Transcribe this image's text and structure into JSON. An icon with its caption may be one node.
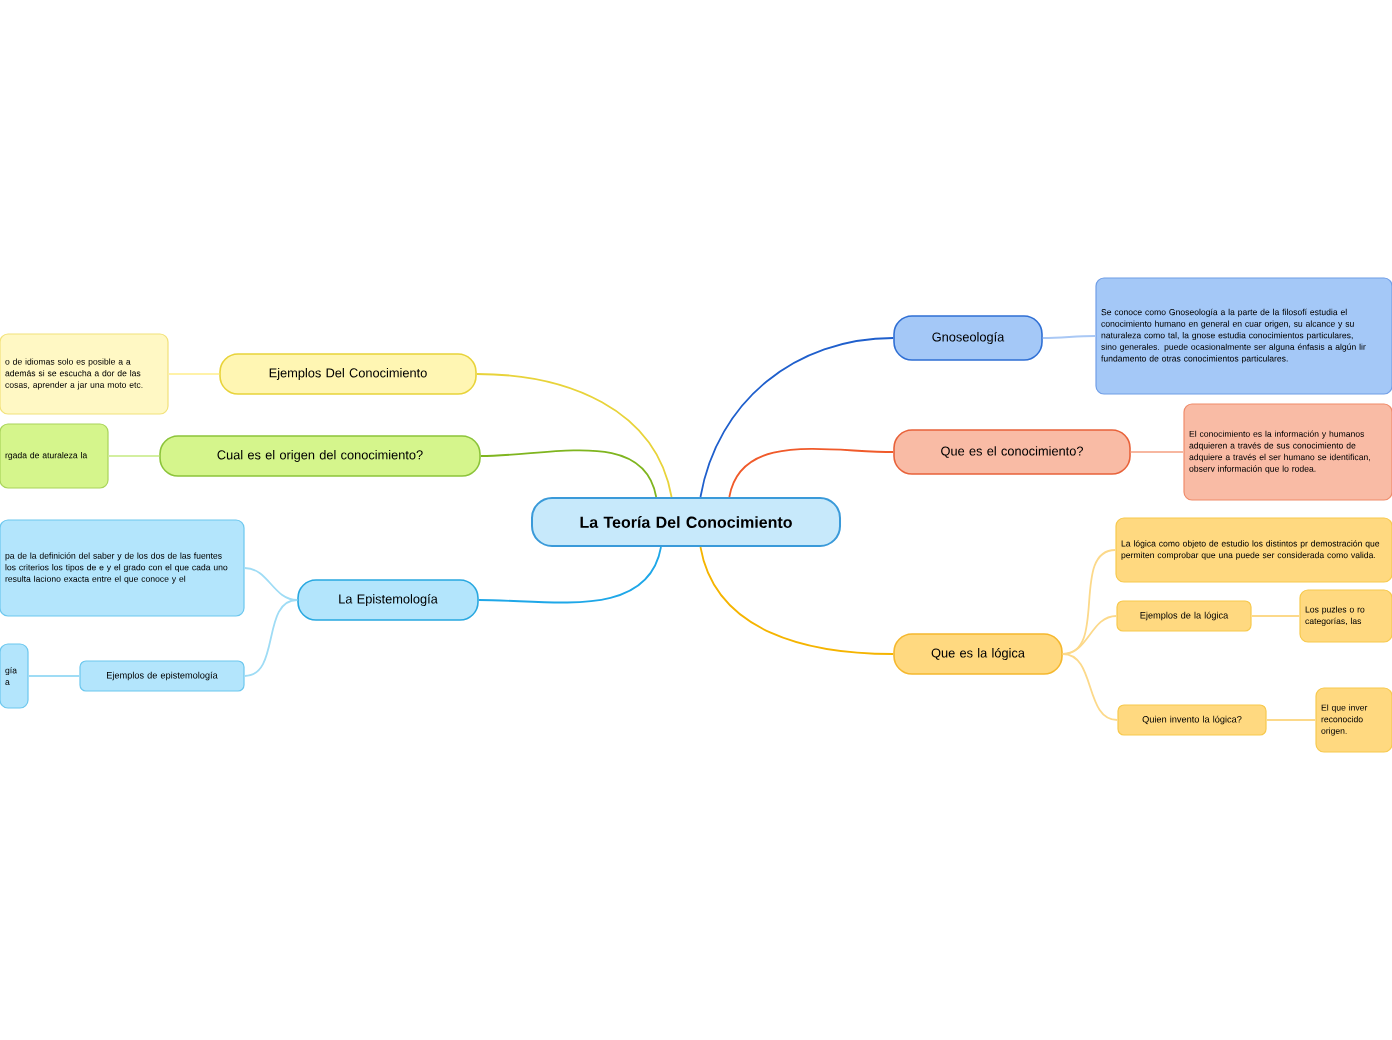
{
  "diagram": {
    "nodes": [
      {
        "text": [
          "La Teoría Del Conocimiento"
        ]
      },
      {
        "text": [
          "Ejemplos Del Conocimiento"
        ]
      },
      {
        "text": [
          "o de idiomas solo es posible a a además si se escucha a dor de las cosas, aprender a jar una moto etc."
        ]
      },
      {
        "text": [
          "Cual es el origen del conocimiento?"
        ]
      },
      {
        "text": [
          "rgada de aturaleza la"
        ]
      },
      {
        "text": [
          "La Epistemología"
        ]
      },
      {
        "text": [
          "pa de la definición del saber y de los dos de las fuentes los criterios los tipos de e y el grado con el que cada uno resulta laciono exacta entre el que conoce y el"
        ]
      },
      {
        "text": [
          "Ejemplos de epistemología"
        ]
      },
      {
        "text": [
          "gía a"
        ]
      },
      {
        "text": [
          "Gnoseología"
        ]
      },
      {
        "text": [
          "Se conoce como Gnoseología a la parte de la filosofí estudia el conocimiento humano en general en cuar origen, su alcance y su naturaleza como tal, la gnose estudia conocimientos particulares, sino generales. puede ocasionalmente ser alguna énfasis a algún lir fundamento de otras conocimientos particulares."
        ]
      },
      {
        "text": [
          "Que es el conocimiento?"
        ]
      },
      {
        "text": [
          "El conocimiento es la información y humanos adquieren a través de sus conocimiento de adquiere a través el ser humano se identifican, observ información que lo rodea."
        ]
      },
      {
        "text": [
          "Que es la lógica"
        ]
      },
      {
        "text": [
          "La lógica como objeto de estudio los distintos pr demostración que permiten comprobar que una puede ser considerada como valida."
        ]
      },
      {
        "text": [
          "Ejemplos de la lógica"
        ]
      },
      {
        "text": [
          "Los puzles o ro categorías, las"
        ]
      },
      {
        "text": [
          "Quien invento la lógica?"
        ]
      },
      {
        "text": [
          "El que inver reconocido origen."
        ]
      }
    ],
    "edges": [
      {
        "from": 0,
        "to": 1,
        "arrow": "none",
        "color": "#e8d33a"
      },
      {
        "from": 0,
        "to": 3,
        "arrow": "none",
        "color": "#7fb51f"
      },
      {
        "from": 0,
        "to": 5,
        "arrow": "none",
        "color": "#1ea7e8"
      },
      {
        "from": 0,
        "to": 9,
        "arrow": "none",
        "color": "#1f5fcc"
      },
      {
        "from": 0,
        "to": 11,
        "arrow": "none",
        "color": "#f05a2a"
      },
      {
        "from": 0,
        "to": 13,
        "arrow": "none",
        "color": "#f5b400"
      },
      {
        "from": 1,
        "to": 2,
        "arrow": "none",
        "color": "#fff2a8"
      },
      {
        "from": 3,
        "to": 4,
        "arrow": "none",
        "color": "#d3efa0"
      },
      {
        "from": 5,
        "to": 6,
        "arrow": "none",
        "color": "#9fdcf5"
      },
      {
        "from": 5,
        "to": 7,
        "arrow": "none",
        "color": "#9fdcf5"
      },
      {
        "from": 7,
        "to": 8,
        "arrow": "none",
        "color": "#9fdcf5"
      },
      {
        "from": 9,
        "to": 10,
        "arrow": "none",
        "color": "#a9c8f5"
      },
      {
        "from": 11,
        "to": 12,
        "arrow": "none",
        "color": "#f7b7a0"
      },
      {
        "from": 13,
        "to": 14,
        "arrow": "none",
        "color": "#fcd98a"
      },
      {
        "from": 13,
        "to": 15,
        "arrow": "none",
        "color": "#fcd98a"
      },
      {
        "from": 15,
        "to": 16,
        "arrow": "none",
        "color": "#fcd98a"
      },
      {
        "from": 13,
        "to": 17,
        "arrow": "none",
        "color": "#fcd98a"
      },
      {
        "from": 17,
        "to": 18,
        "arrow": "none",
        "color": "#fcd98a"
      }
    ]
  }
}
